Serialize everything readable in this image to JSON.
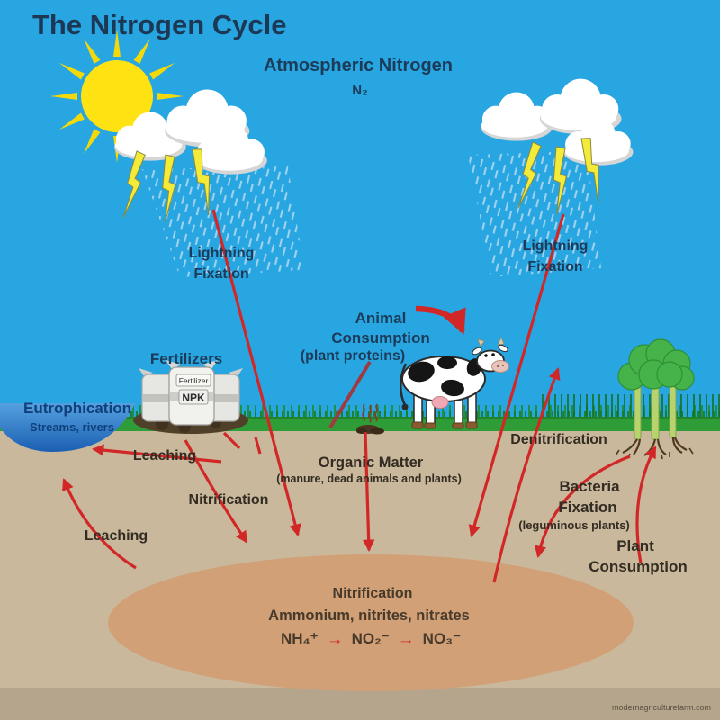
{
  "title": "The Nitrogen Cycle",
  "watermark": "modernagriculturefarm.com",
  "atmosphere": {
    "label": "Atmospheric Nitrogen",
    "formula": "N₂"
  },
  "labels": {
    "lightning_left": {
      "l1": "Lightning",
      "l2": "Fixation"
    },
    "lightning_right": {
      "l1": "Lightning",
      "l2": "Fixation"
    },
    "animal": {
      "l1": "Animal",
      "l2": "Consumption",
      "l3": "(plant proteins)"
    },
    "fertilizers": "Fertilizers",
    "eutrophication": {
      "l1": "Eutrophication",
      "l2": "Streams, rivers"
    },
    "leaching_upper": "Leaching",
    "leaching_lower": "Leaching",
    "nitrification_soil": "Nitrification",
    "organic_matter": {
      "l1": "Organic Matter",
      "l2": "(manure, dead animals and plants)"
    },
    "denitrification": "Denitrification",
    "bacteria_fixation": {
      "l1": "Bacteria",
      "l2": "Fixation",
      "l3": "(leguminous plants)"
    },
    "plant_consumption": {
      "l1": "Plant",
      "l2": "Consumption"
    }
  },
  "soil_zone": {
    "l1": "Nitrification",
    "l2": "Ammonium, nitrites, nitrates",
    "f1": "NH₄⁺",
    "arrow": "→",
    "f2": "NO₂⁻",
    "f3": "NO₃⁻"
  },
  "fertilizer_bag": {
    "l1": "Fertilizer",
    "l2": "NPK"
  },
  "colors": {
    "sky": "#27a6e2",
    "soil": "#c9b89b",
    "grass": "#2e9d37",
    "water": "#2d7cc9",
    "soil_ellipse": "#d1a077",
    "arrow_red": "#d22727",
    "dark_red_line": "#a03a40",
    "sun_yellow": "#ffe212",
    "lightning_yellow": "#f3ea3a",
    "sky_text": "#1d3b58",
    "ground_text": "#332c22"
  }
}
